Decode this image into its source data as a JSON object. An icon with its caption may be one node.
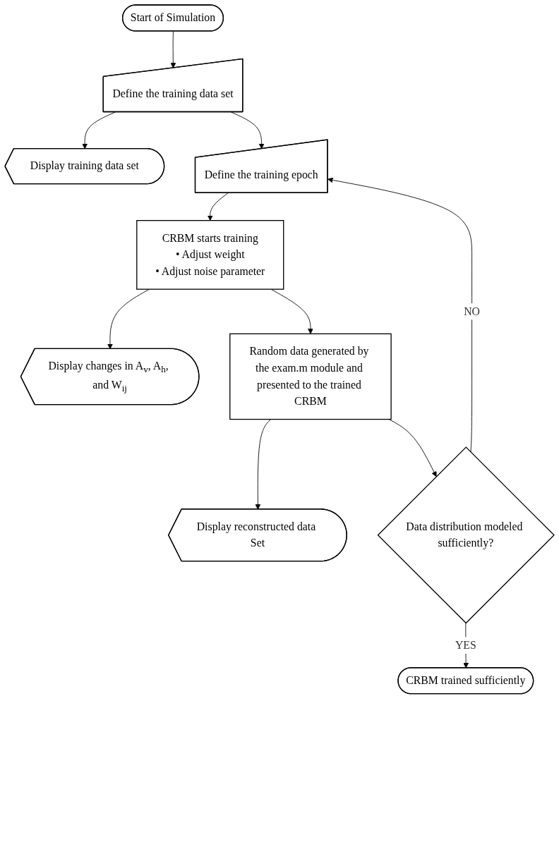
{
  "diagram": {
    "nodes": [
      {
        "text": [
          "Start of Simulation"
        ]
      },
      {
        "text": [
          "Define the training data set"
        ]
      },
      {
        "text": [
          "Display training data set"
        ]
      },
      {
        "text": [
          "Define the training epoch"
        ]
      },
      {
        "text": [
          "CRBM starts training",
          "• Adjust weight",
          "• Adjust noise parameter"
        ]
      },
      {
        "text": [
          "Display changes in A$_{v}$, A$_{h}$, and W$_{ij}$"
        ]
      },
      {
        "text": [
          "Random data generated by the exam.m module and presented to the trained CRBM"
        ]
      },
      {
        "text": [
          "Display reconstructed data Set"
        ]
      },
      {
        "text": [
          "Data distribution modeled sufficiently?"
        ]
      },
      {
        "text": [
          "CRBM trained sufficiently"
        ]
      }
    ],
    "edges": [
      {
        "from": 0,
        "to": 1,
        "arrow": "to"
      },
      {
        "from": 1,
        "to": 2,
        "arrow": "to"
      },
      {
        "from": 1,
        "to": 3,
        "arrow": "to"
      },
      {
        "from": 3,
        "to": 4,
        "arrow": "to"
      },
      {
        "from": 4,
        "to": 5,
        "arrow": "to"
      },
      {
        "from": 4,
        "to": 6,
        "arrow": "to"
      },
      {
        "from": 6,
        "to": 7,
        "arrow": "to"
      },
      {
        "from": 6,
        "to": 8,
        "arrow": "to"
      },
      {
        "from": 8,
        "to": 3,
        "label": "NO",
        "arrow": "to"
      },
      {
        "from": 8,
        "to": 9,
        "label": "YES",
        "arrow": "to"
      }
    ]
  }
}
